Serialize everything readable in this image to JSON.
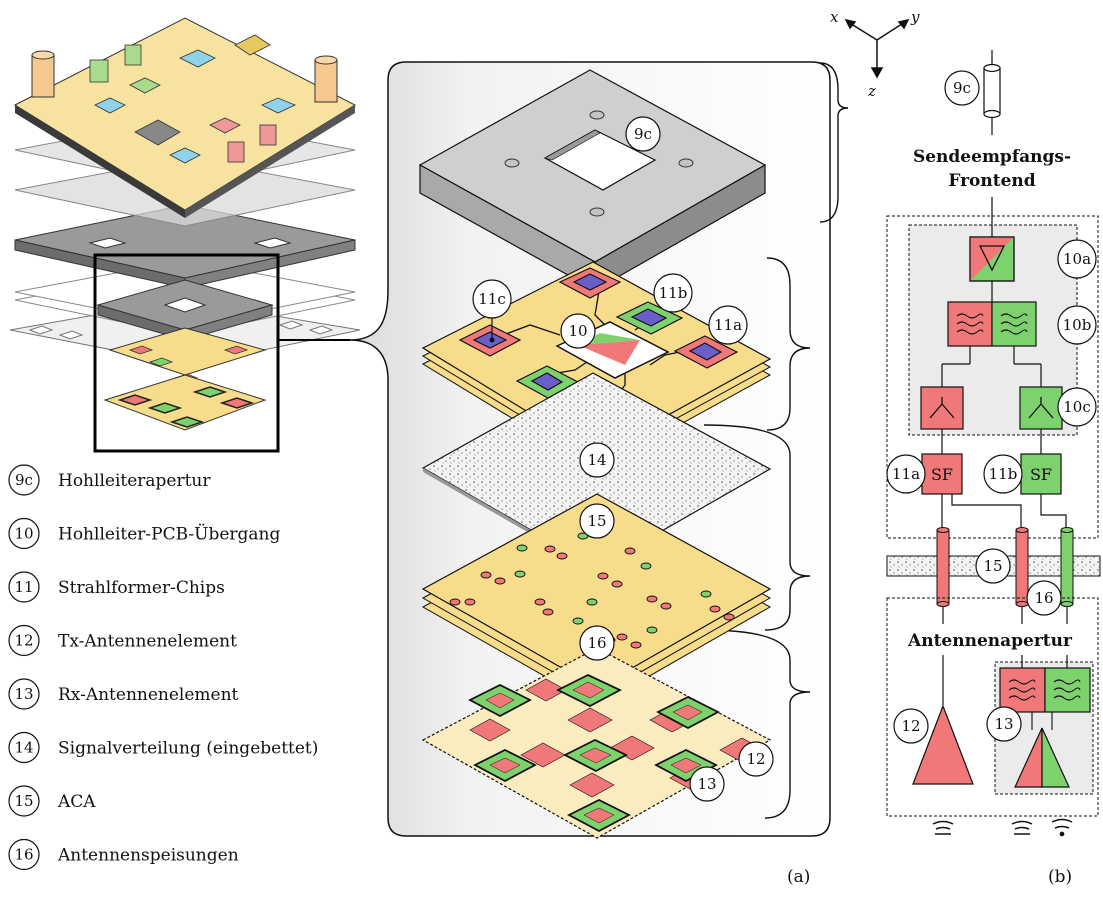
{
  "axes": {
    "x": "x",
    "y": "y",
    "z": "z"
  },
  "legend": [
    {
      "num": "9c",
      "label": "Hohlleiterapertur"
    },
    {
      "num": "10",
      "label": "Hohlleiter-PCB-Übergang"
    },
    {
      "num": "11",
      "label": "Strahlformer-Chips"
    },
    {
      "num": "12",
      "label": "Tx-Antennenelement"
    },
    {
      "num": "13",
      "label": "Rx-Antennenelement"
    },
    {
      "num": "14",
      "label": "Signalverteilung (eingebettet)"
    },
    {
      "num": "15",
      "label": "ACA"
    },
    {
      "num": "16",
      "label": "Antennenspeisungen"
    }
  ],
  "explode_callouts": {
    "c9c": "9c",
    "c11c": "11c",
    "c10": "10",
    "c11b": "11b",
    "c11a": "11a",
    "c14": "14",
    "c15": "15",
    "c16": "16",
    "c12": "12",
    "c13": "13"
  },
  "block": {
    "c9c": "9c",
    "frontend_line1": "Sendeempfangs-",
    "frontend_line2": "Frontend",
    "c10a": "10a",
    "c10b": "10b",
    "c10c": "10c",
    "c11a": "11a",
    "c11b": "11b",
    "sf1": "SF",
    "sf2": "SF",
    "c15": "15",
    "c16": "16",
    "aperture_label": "Antennenapertur",
    "c12": "12",
    "c13": "13"
  },
  "panel_labels": {
    "a": "(a)",
    "b": "(b)"
  },
  "colors": {
    "tx": "#f07878",
    "rx": "#7ed26e",
    "pcb": "#f7dc8c",
    "chip": "#6a5fc8",
    "metal": "#c8c8c8",
    "panel": "#ebebeb"
  }
}
